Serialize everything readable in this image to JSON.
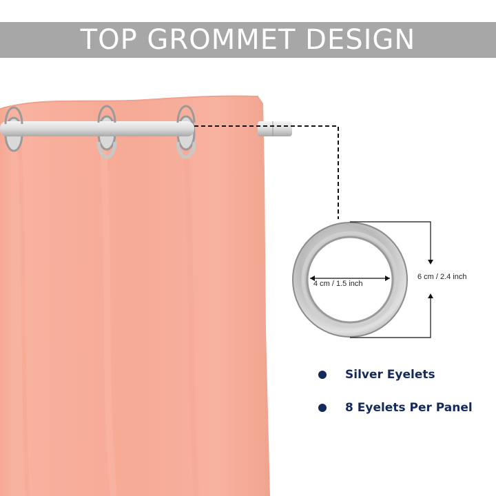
{
  "banner": {
    "title": "TOP GROMMET DESIGN"
  },
  "dimensions": {
    "inner_diameter": "4 cm / 1.5 inch",
    "outer_diameter": "6 cm / 2.4 inch"
  },
  "features": [
    {
      "label": "Silver Eyelets"
    },
    {
      "label": "8 Eyelets Per Panel"
    }
  ],
  "colors": {
    "curtain": "#f7ad9a",
    "banner": "#a7a7a7",
    "bullet": "#13285b",
    "grommet": "#c4c4c4"
  }
}
